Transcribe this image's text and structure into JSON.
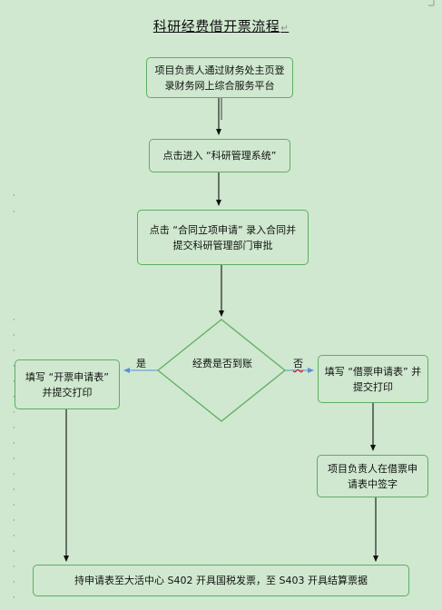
{
  "title": "科研经费借开票流程",
  "steps": {
    "login": "项目负责人通过财务处主页登录财务网上综合服务平台",
    "enter_system": "点击进入 “科研管理系统”",
    "contract": "点击 “合同立项申请” 录入合同并提交科研管理部门审批",
    "decision": "经费是否到账",
    "invoice_form": "填写 “开票申请表” 并提交打印",
    "loan_form": "填写 “借票申请表” 并提交打印",
    "sign": "项目负责人在借票申请表中签字",
    "final": "持申请表至大活中心 S402 开具国税发票，至 S403 开具结算票据"
  },
  "branches": {
    "yes": "是",
    "no": "否"
  },
  "colors": {
    "background": "#cfe8cf",
    "box_border": "#5fae63",
    "arrow": "#111111",
    "branch_arrow": "#5b8fd6"
  }
}
